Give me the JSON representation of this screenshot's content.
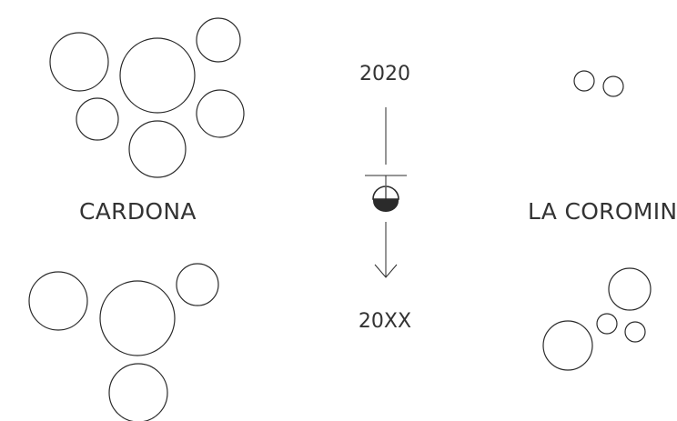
{
  "places": {
    "left": "CARDONA",
    "right": "LA COROMINA"
  },
  "timeline": {
    "start_year": "2020",
    "end_year": "20XX"
  },
  "icons": {
    "vehicle": "cable-car-gondola-icon",
    "arrow": "arrow-down-icon"
  },
  "colors": {
    "stroke": "#2b2b2b",
    "text": "#333333",
    "background": "#ffffff"
  }
}
